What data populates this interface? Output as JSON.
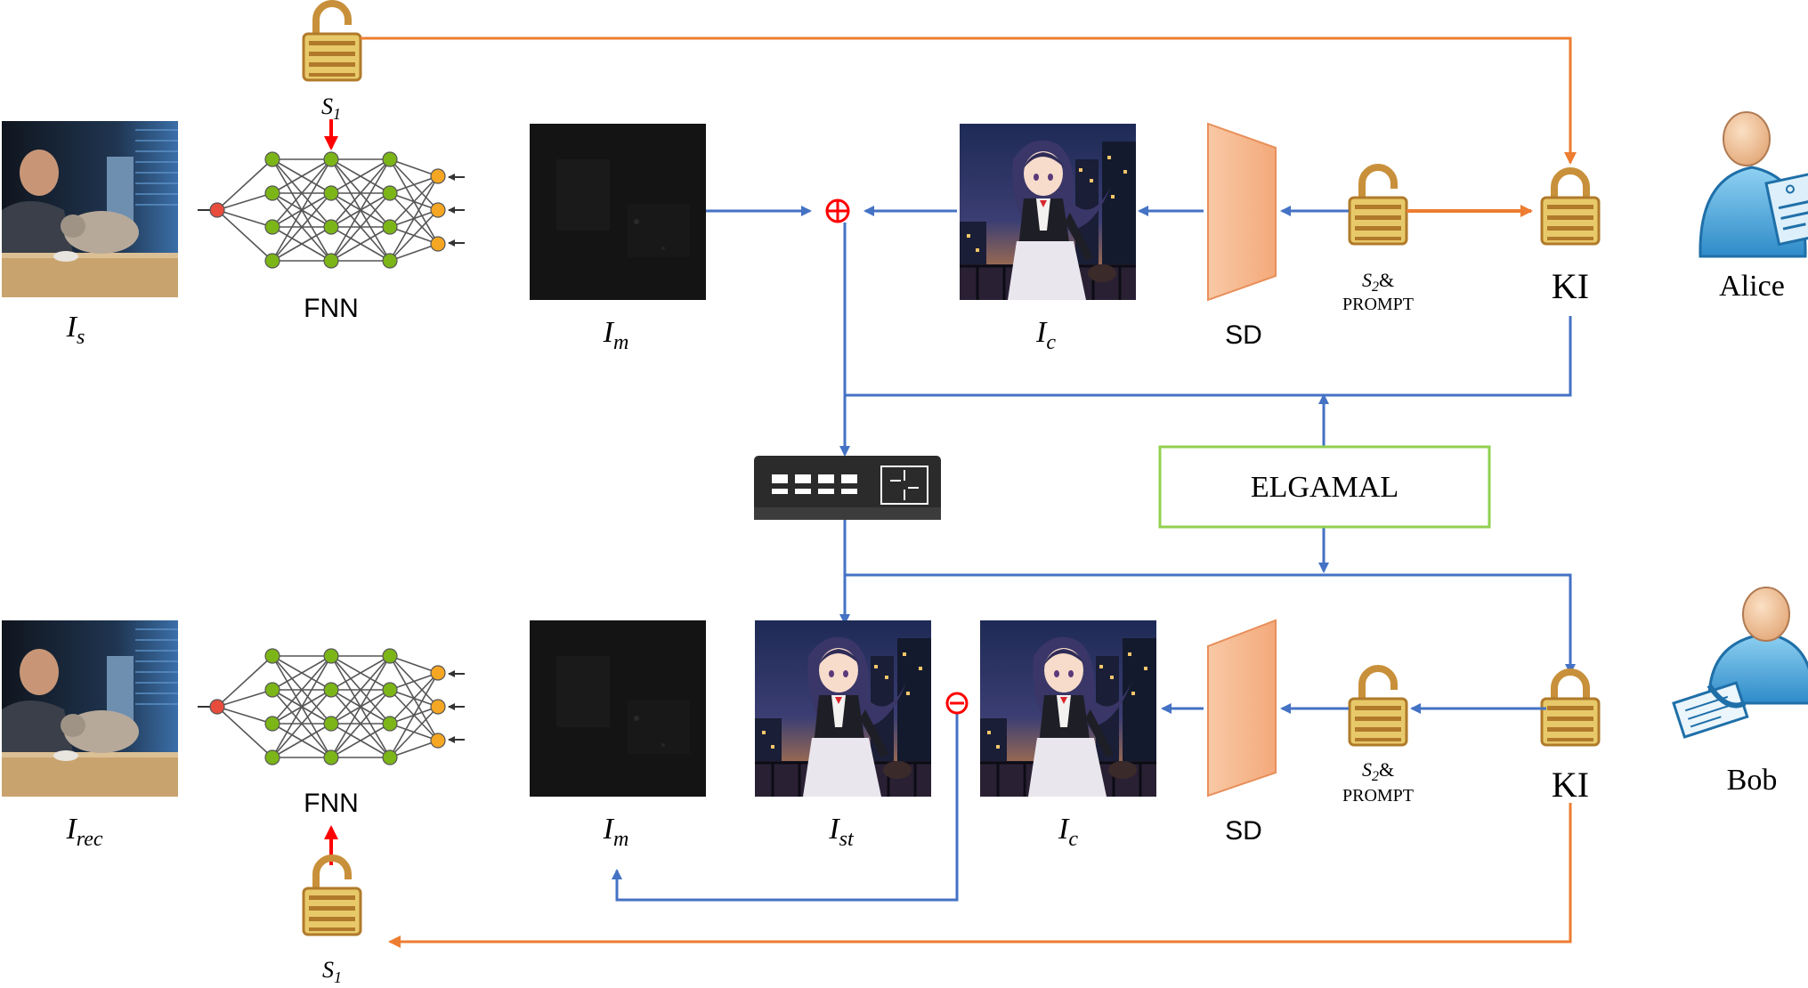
{
  "top": {
    "fnn_label": "FNN",
    "input_image_label": {
      "base": "I",
      "sub": "s"
    },
    "masked_label": {
      "base": "I",
      "sub": "m"
    },
    "cover_label": {
      "base": "I",
      "sub": "c"
    },
    "sd_label": "SD",
    "key_label": {
      "base": "S",
      "sub": "2",
      "suffix": "&"
    },
    "prompt_label": "PROMPT",
    "ki_label": "KI",
    "s1_label": {
      "base": "S",
      "sub": "1"
    },
    "party": "Alice"
  },
  "middle": {
    "elgamal_label": "ELGAMAL"
  },
  "bottom": {
    "fnn_label": "FNN",
    "rec_label": {
      "base": "I",
      "sub": "rec"
    },
    "masked_label": {
      "base": "I",
      "sub": "m"
    },
    "stego_label": {
      "base": "I",
      "sub": "st"
    },
    "cover_label": {
      "base": "I",
      "sub": "c"
    },
    "sd_label": "SD",
    "key_label": {
      "base": "S",
      "sub": "2",
      "suffix": "&"
    },
    "prompt_label": "PROMPT",
    "ki_label": "KI",
    "s1_label": {
      "base": "S",
      "sub": "1"
    },
    "party": "Bob"
  },
  "colors": {
    "blue_arrow": "#4472C4",
    "orange_arrow": "#ED7D31",
    "red_arrow": "#FF0000",
    "sd_fill": "#F4B183",
    "elgamal_border": "#92D050",
    "lock_fill": "#E8C96A",
    "node_green": "#7CB518",
    "node_red": "#E84C3D",
    "node_orange": "#F5A623"
  },
  "icons": {
    "lock": "padlock-icon",
    "unlock": "open-padlock-icon",
    "switch": "network-switch-icon",
    "alice": "user-with-tag-icon",
    "bob": "user-with-document-icon"
  }
}
